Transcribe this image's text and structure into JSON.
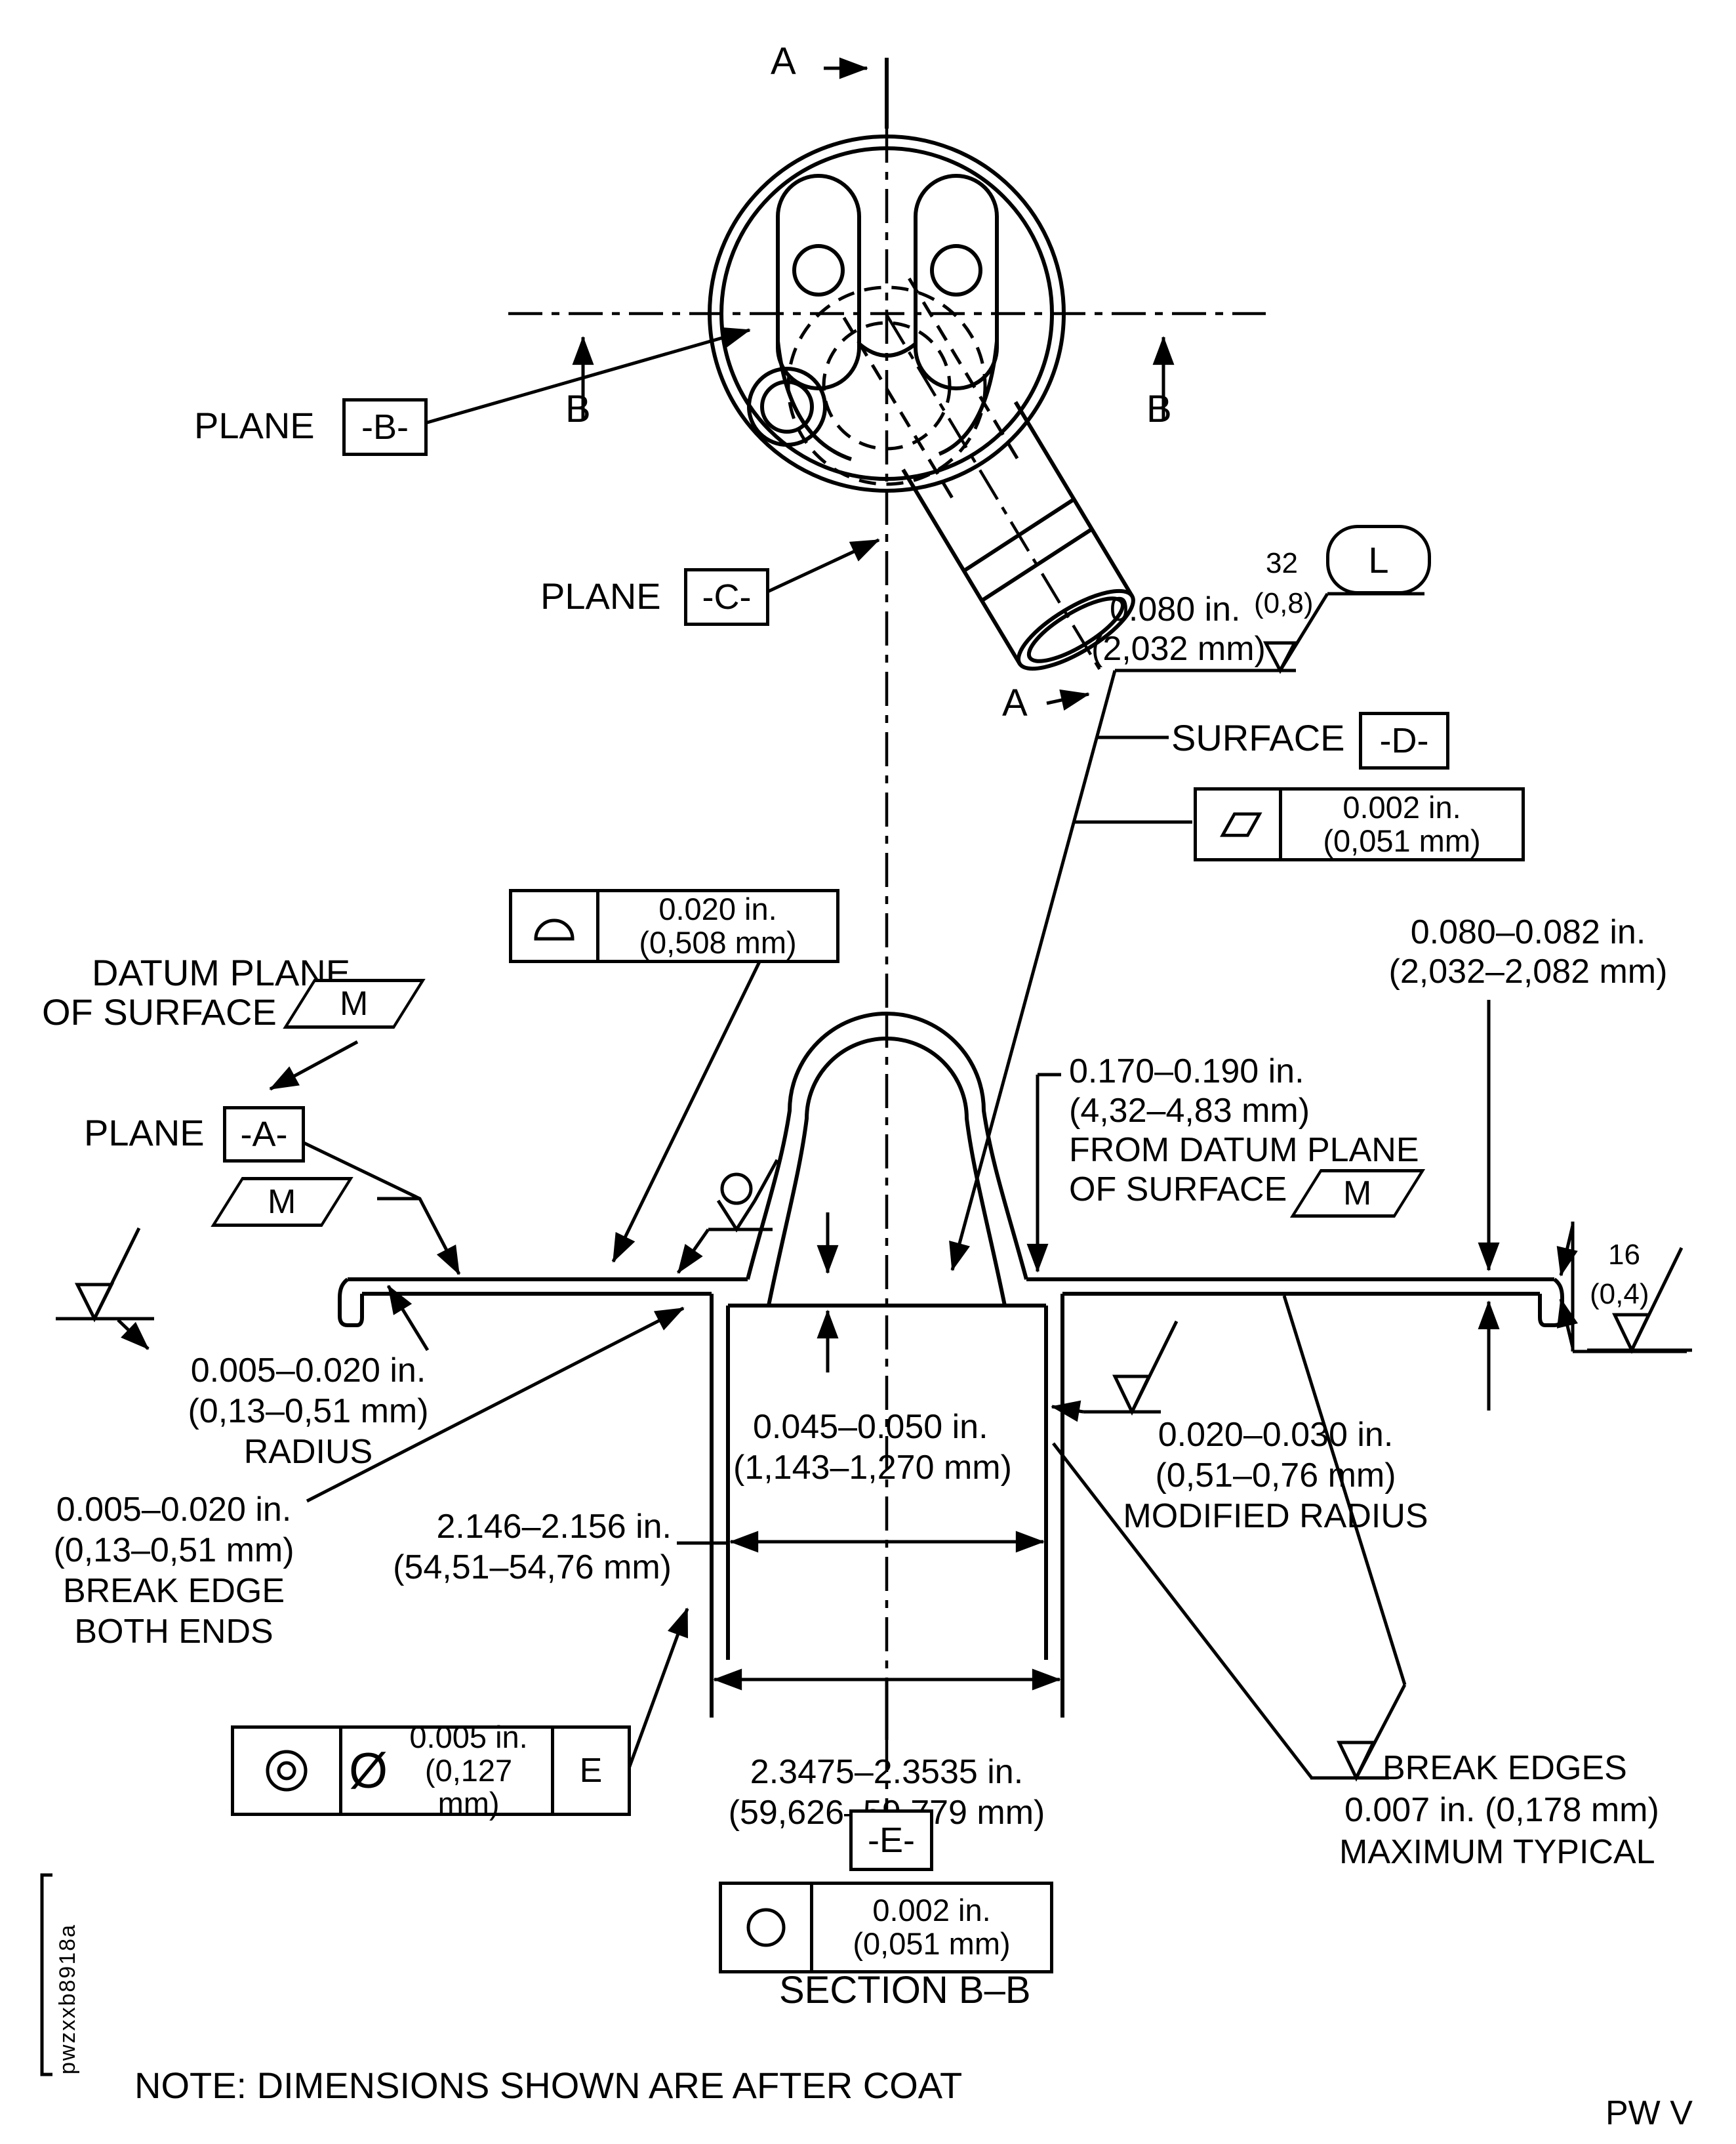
{
  "top_view": {
    "section_a_label": "A",
    "section_b_label": "B",
    "plane_b": {
      "prefix": "PLANE",
      "flag": "-B-"
    },
    "plane_c": {
      "prefix": "PLANE",
      "flag": "-C-"
    }
  },
  "surface_finish_32": {
    "value": "32",
    "metric": "(0,8)",
    "lay": "L"
  },
  "dim_coat_thickness": {
    "in": "0.080 in.",
    "mm": "(2,032 mm)"
  },
  "surface_d": {
    "prefix": "SURFACE",
    "flag": "-D-"
  },
  "fcf_parallel": {
    "in": "0.002 in.",
    "mm": "(0,051 mm)"
  },
  "fcf_profile": {
    "in": "0.020 in.",
    "mm": "(0,508 mm)"
  },
  "datum_note": {
    "line1": "DATUM PLANE",
    "line2": "OF SURFACE",
    "datum": "M"
  },
  "plane_a": {
    "prefix": "PLANE",
    "flag": "-A-",
    "datum": "M"
  },
  "dim_flange_range": {
    "in": "0.080–0.082 in.",
    "mm": "(2,032–2,082 mm)"
  },
  "dim_height": {
    "in": "0.170–0.190 in.",
    "mm": "(4,32–4,83 mm)",
    "line3": "FROM DATUM PLANE",
    "line4": "OF SURFACE",
    "datum": "M"
  },
  "surface_finish_16": {
    "value": "16",
    "metric": "(0,4)"
  },
  "radius_note": {
    "in": "0.005–0.020 in.",
    "mm": "(0,13–0,51 mm)",
    "label": "RADIUS"
  },
  "dim_wall": {
    "in": "0.045–0.050 in.",
    "mm": "(1,143–1,270 mm)"
  },
  "modified_radius_note": {
    "in": "0.020–0.030 in.",
    "mm": "(0,51–0,76 mm)",
    "label": "MODIFIED RADIUS"
  },
  "break_edge_note": {
    "in": "0.005–0.020 in.",
    "mm": "(0,13–0,51 mm)",
    "line3": "BREAK EDGE",
    "line4": "BOTH ENDS"
  },
  "dim_inner": {
    "in": "2.146–2.156 in.",
    "mm": "(54,51–54,76 mm)"
  },
  "dim_outer": {
    "in": "2.3475–2.3535 in.",
    "mm": "(59,626–59,779 mm)"
  },
  "fcf_concentric": {
    "diameter_symbol": "Ø",
    "in": "0.005 in.",
    "mm": "(0,127 mm)",
    "datum": "E"
  },
  "datum_e_flag": "-E-",
  "fcf_round": {
    "in": "0.002 in.",
    "mm": "(0,051 mm)"
  },
  "break_edges_note": {
    "line1": "BREAK EDGES",
    "line2": "0.007 in. (0,178 mm)",
    "line3": "MAXIMUM TYPICAL"
  },
  "section_title": "SECTION B–B",
  "note": "NOTE: DIMENSIONS SHOWN ARE AFTER COAT",
  "doc_number": "pwzxxb8918a",
  "footer_code": "PW V"
}
